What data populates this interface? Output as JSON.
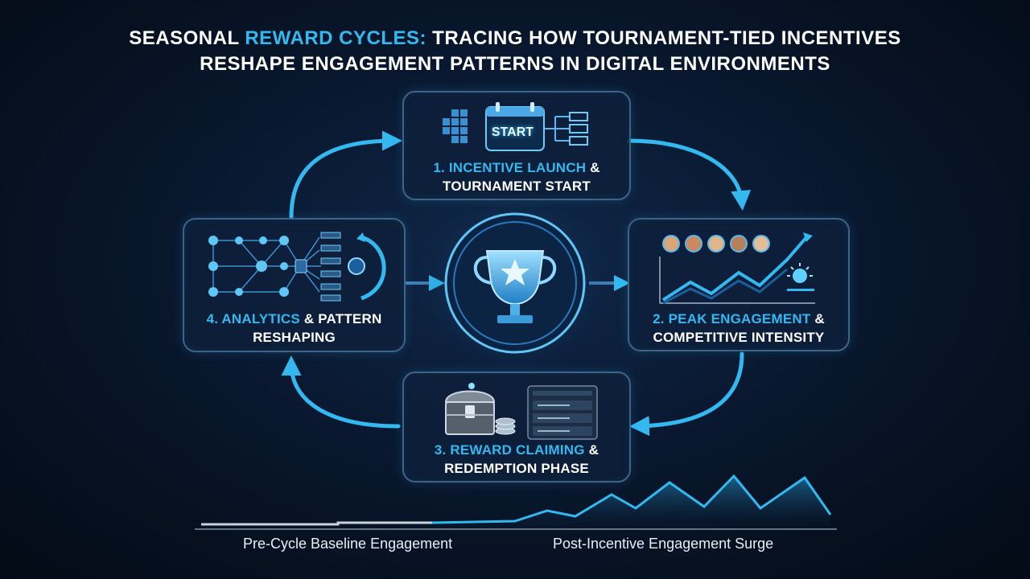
{
  "title": {
    "line1_part1": "SEASONAL ",
    "line1_accent": "REWARD CYCLES:",
    "line1_part2": " TRACING HOW TOURNAMENT-TIED INCENTIVES",
    "line2": "RESHAPE ENGAGEMENT PATTERNS IN DIGITAL ENVIRONMENTS"
  },
  "stages": [
    {
      "accent": "1. INCENTIVE LAUNCH",
      "rest_line1": " &",
      "line2": "TOURNAMENT START",
      "icon": "calendar-start-icon",
      "icon_text": "START"
    },
    {
      "accent": "2. PEAK ENGAGEMENT",
      "rest_line1": " &",
      "line2": "COMPETITIVE INTENSITY",
      "icon": "rising-chart-icon"
    },
    {
      "accent": "3. REWARD CLAIMING",
      "rest_line1": " &",
      "line2": "REDEMPTION PHASE",
      "icon": "treasure-chest-icon"
    },
    {
      "accent": "4. ANALYTICS",
      "rest_line1": " & PATTERN",
      "line2": "RESHAPING",
      "icon": "network-analytics-icon"
    }
  ],
  "center": {
    "icon": "trophy-icon"
  },
  "timeline": {
    "left_caption": "Pre-Cycle Baseline Engagement",
    "right_caption": "Post-Incentive Engagement Surge"
  },
  "colors": {
    "accent": "#33b8f0",
    "background": "#0a1a33",
    "card_border": "#3d6488"
  }
}
